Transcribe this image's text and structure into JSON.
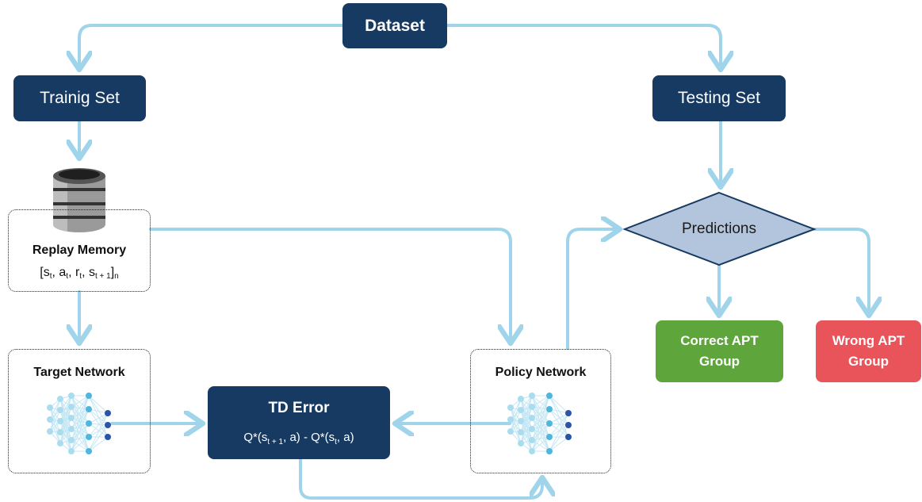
{
  "nodes": {
    "dataset": "Dataset",
    "training_set": "Trainig Set",
    "testing_set": "Testing Set",
    "replay_memory": "Replay Memory",
    "target_network": "Target Network",
    "policy_network": "Policy Network",
    "td_error": "TD Error",
    "predictions": "Predictions",
    "correct": {
      "line1": "Correct APT",
      "line2": "Group"
    },
    "wrong": {
      "line1": "Wrong APT",
      "line2": "Group"
    }
  },
  "formulas": {
    "replay_tuple": {
      "open": "[",
      "s": "s",
      "t1": "t",
      "sep1": ", ",
      "a": "a",
      "t2": "t",
      "sep2": ", ",
      "r": "r",
      "t3": "t",
      "sep3": ", ",
      "s2": "s",
      "t4": "t + 1",
      "close": "]",
      "n": "n"
    },
    "td": {
      "q1": "Q*(s",
      "t1": "t + 1",
      "a1": ", a) - Q*(s",
      "t2": "t",
      "a2": ", a)"
    }
  },
  "colors": {
    "navy": "#173a63",
    "arrow": "#9fd4ea",
    "diamond": "#b3c5dc",
    "green": "#5ea63c",
    "red": "#e9535a",
    "node_light": "#a9dcef",
    "node_mid": "#4fb6de",
    "node_dark": "#2a54a8"
  },
  "icons": [
    "database-icon",
    "neural-network-icon"
  ]
}
